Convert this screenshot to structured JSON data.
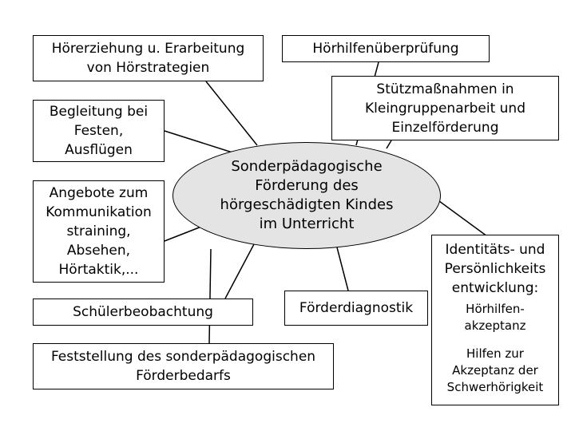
{
  "center": {
    "text": "Sonderpädagogische\nFörderung des\nhörgeschädigten Kindes\nim Unterricht"
  },
  "boxes": {
    "hoererziehung": "Hörerziehung u. Erarbeitung\nvon Hörstrategien",
    "hoerhilfen": "Hörhilfenüberprüfung",
    "stuetzmassnahmen": "Stützmaßnahmen in\nKleingruppenarbeit und\nEinzelförderung",
    "begleitung": "Begleitung bei\nFesten,\nAusflügen",
    "angebote": "Angebote zum\nKommunikation\nstraining,\nAbsehen,\nHörtaktik,...",
    "schuelerbeobachtung": "Schülerbeobachtung",
    "foerderdiagnostik": "Förderdiagnostik",
    "feststellung": "Feststellung des sonderpädagogischen\nFörderbedarfs"
  },
  "identitaet": {
    "title": "Identitäts- und\nPersönlichkeits\nentwicklung:",
    "item1": "Hörhilfen-\nakzeptanz",
    "item2": "Hilfen zur\nAkzeptanz der\nSchwerhörigkeit"
  },
  "colors": {
    "ellipse_fill": "#e4e4e4",
    "stroke": "#000000"
  }
}
